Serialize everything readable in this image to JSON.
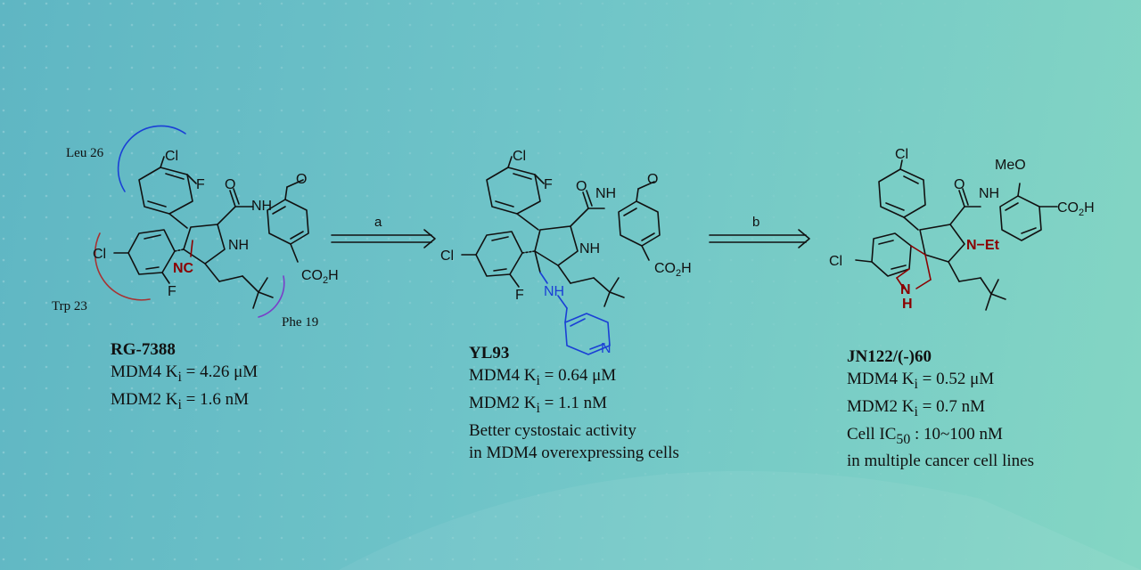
{
  "compounds": [
    {
      "name": "RG-7388",
      "mdm4_prefix": "MDM4 K",
      "mdm4_sub": "i",
      "mdm4_value": " = 4.26 μM",
      "mdm2_prefix": "MDM2 K",
      "mdm2_sub": "i",
      "mdm2_value": " = 1.6 nM"
    },
    {
      "name": "YL93",
      "mdm4_prefix": "MDM4 K",
      "mdm4_sub": "i",
      "mdm4_value": " = 0.64 μM",
      "mdm2_prefix": "MDM2 K",
      "mdm2_sub": "i",
      "mdm2_value": " = 1.1 nM",
      "note_line1": "Better cystostaic activity",
      "note_line2": "in MDM4 overexpressing cells"
    },
    {
      "name": "JN122/(-)60",
      "mdm4_prefix": "MDM4 K",
      "mdm4_sub": "i",
      "mdm4_value": " = 0.52 μM",
      "mdm2_prefix": "MDM2 K",
      "mdm2_sub": "i",
      "mdm2_value": " = 0.7 nM",
      "cell_prefix": "Cell IC",
      "cell_sub": "50",
      "cell_value": " : 10~100 nM",
      "note_line1": "in multiple cancer cell lines"
    }
  ],
  "arrows": {
    "a": "a",
    "b": "b"
  },
  "residues": {
    "leu": "Leu 26",
    "trp": "Trp 23",
    "phe": "Phe 19"
  },
  "atoms": {
    "cl": "Cl",
    "f": "F",
    "o": "O",
    "nh": "NH",
    "n": "N",
    "h": "H",
    "nc": "NC",
    "co2h": "CO2H",
    "co2h_main": "CO",
    "co2h_sub": "2",
    "co2h_end": "H",
    "meo": "MeO",
    "net": "N−Et"
  },
  "colors": {
    "dark_red": "#8b0000",
    "blue": "#1a3fd6",
    "purple": "#7a3fc8",
    "red_arc": "#a83232"
  }
}
